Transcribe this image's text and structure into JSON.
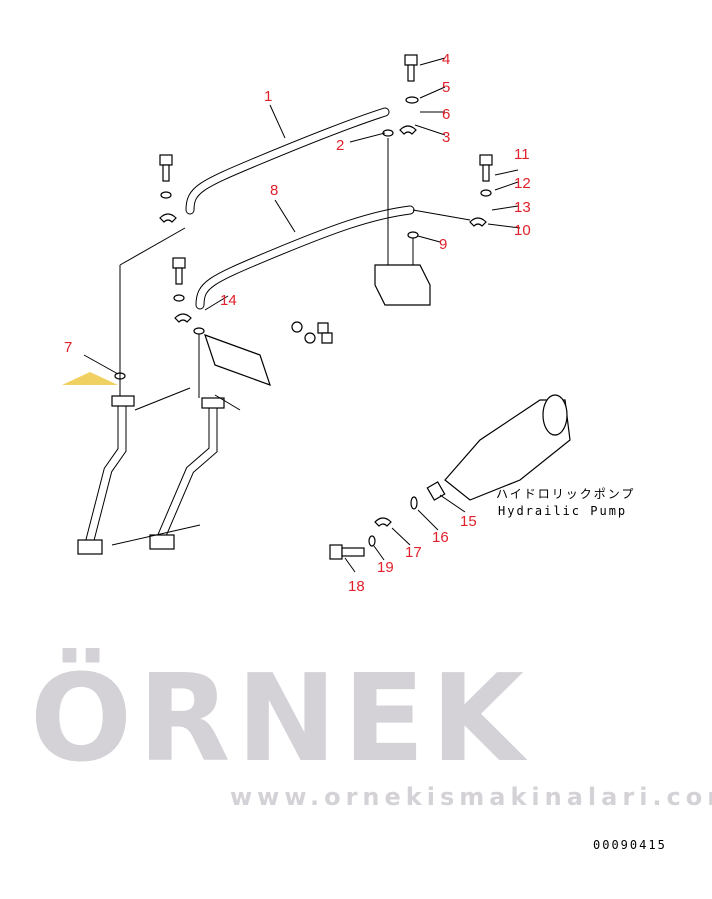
{
  "diagram": {
    "callouts": [
      "1",
      "2",
      "3",
      "4",
      "5",
      "6",
      "7",
      "8",
      "9",
      "10",
      "11",
      "12",
      "13",
      "14",
      "15",
      "16",
      "17",
      "18",
      "19"
    ],
    "pump_label_jp": "ハイドロリックポンプ",
    "pump_label_en": "Hydrailic Pump",
    "drawing_number": "00090415"
  },
  "watermark": {
    "logo": "ÖRNEK",
    "url": "www.ornekismakinalari.com.tr"
  },
  "colors": {
    "callout": "#e0202a",
    "watermark": "#d4d2d6"
  }
}
